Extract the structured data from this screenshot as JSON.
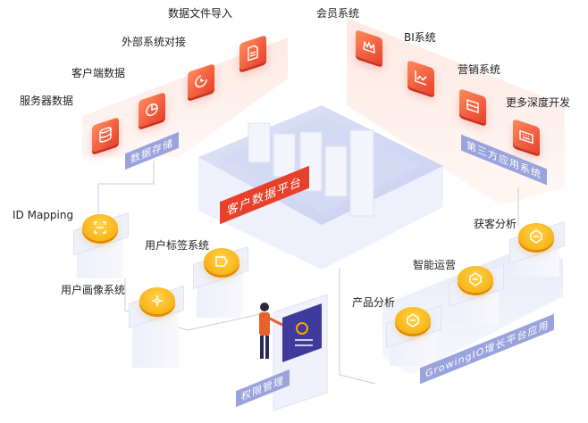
{
  "platform": {
    "title": "客户数据平台"
  },
  "storage": {
    "tag": "数据存储",
    "items": [
      {
        "label": "服务器数据",
        "icon": "database-icon"
      },
      {
        "label": "客户端数据",
        "icon": "pie-chart-icon"
      },
      {
        "label": "外部系统对接",
        "icon": "refresh-chart-icon"
      },
      {
        "label": "数据文件导入",
        "icon": "document-icon"
      }
    ]
  },
  "third_party": {
    "tag": "第三方应用系统",
    "items": [
      {
        "label": "会员系统",
        "icon": "crown-icon"
      },
      {
        "label": "BI系统",
        "icon": "line-chart-icon"
      },
      {
        "label": "营销系统",
        "icon": "ticket-icon"
      },
      {
        "label": "更多深度开发",
        "icon": "keyboard-icon"
      }
    ]
  },
  "left_modules": [
    {
      "label": "ID Mapping",
      "icon": "scan-icon"
    },
    {
      "label": "用户标签系统",
      "icon": "tag-icon"
    },
    {
      "label": "用户画像系统",
      "icon": "user-network-icon"
    }
  ],
  "growth": {
    "tag": "GrowingIO增长平台应用",
    "items": [
      {
        "label": "获客分析",
        "icon": "growingio-icon"
      },
      {
        "label": "智能运营",
        "icon": "growingio-icon"
      },
      {
        "label": "产品分析",
        "icon": "growingio-icon"
      }
    ]
  },
  "permission": {
    "tag": "权限管理"
  },
  "colors": {
    "accent": "#e8402a",
    "coin": "#f7a800",
    "tag": "#9aa3dc"
  }
}
